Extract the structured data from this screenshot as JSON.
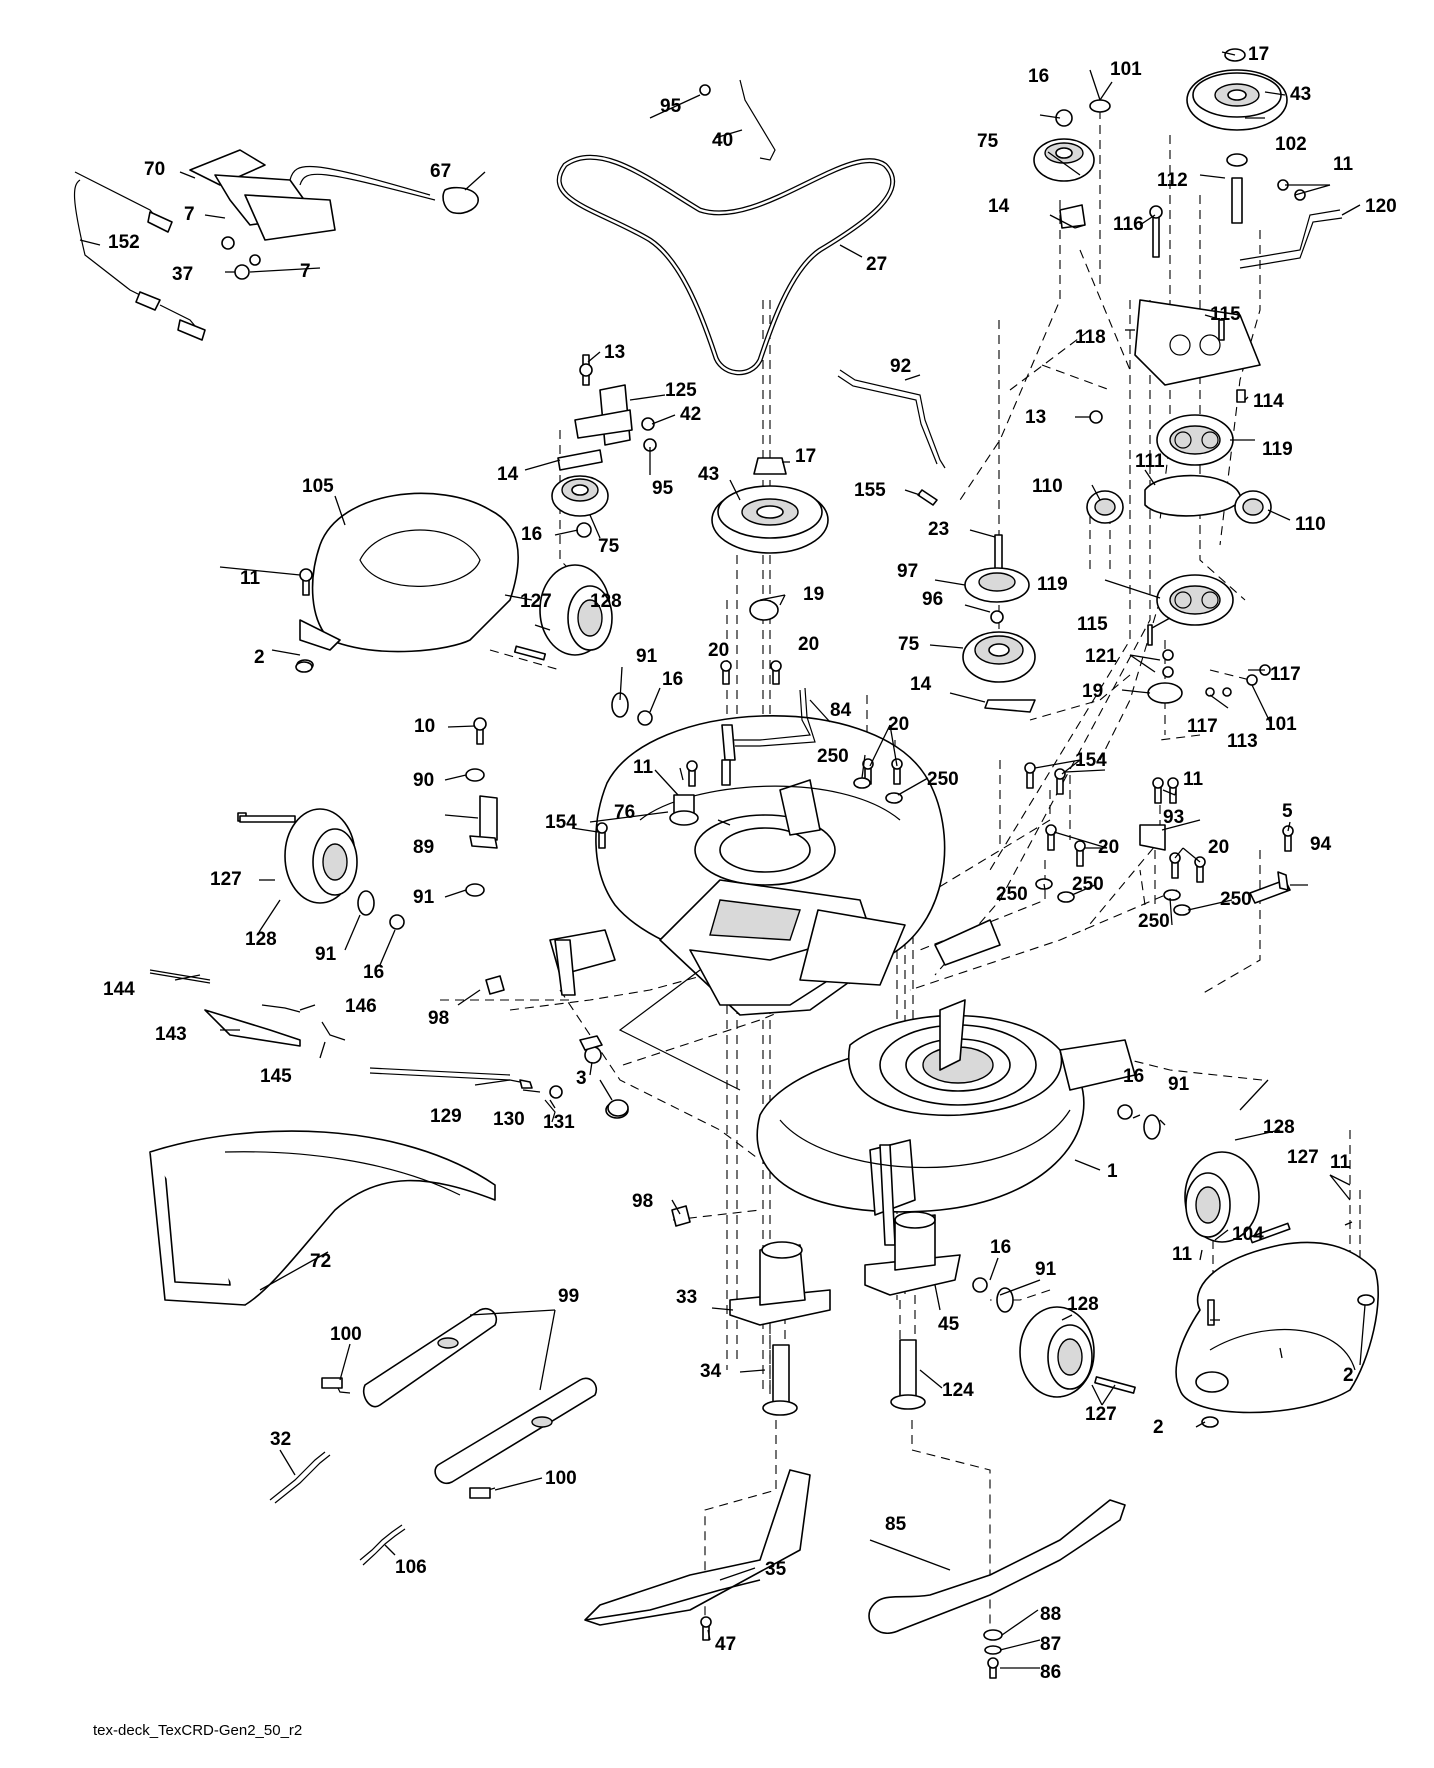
{
  "drawing_id": "tex-deck_TexCRD-Gen2_50_r2",
  "callouts": [
    "1",
    "2",
    "3",
    "5",
    "7",
    "10",
    "11",
    "13",
    "14",
    "16",
    "17",
    "19",
    "20",
    "23",
    "27",
    "32",
    "33",
    "34",
    "35",
    "37",
    "40",
    "42",
    "43",
    "45",
    "47",
    "67",
    "70",
    "72",
    "75",
    "76",
    "84",
    "85",
    "86",
    "87",
    "88",
    "89",
    "90",
    "91",
    "92",
    "93",
    "94",
    "95",
    "96",
    "97",
    "98",
    "99",
    "100",
    "101",
    "102",
    "104",
    "105",
    "106",
    "110",
    "111",
    "112",
    "113",
    "114",
    "115",
    "116",
    "117",
    "118",
    "119",
    "120",
    "121",
    "124",
    "125",
    "127",
    "128",
    "129",
    "130",
    "131",
    "143",
    "144",
    "145",
    "146",
    "152",
    "154",
    "155",
    "250"
  ]
}
